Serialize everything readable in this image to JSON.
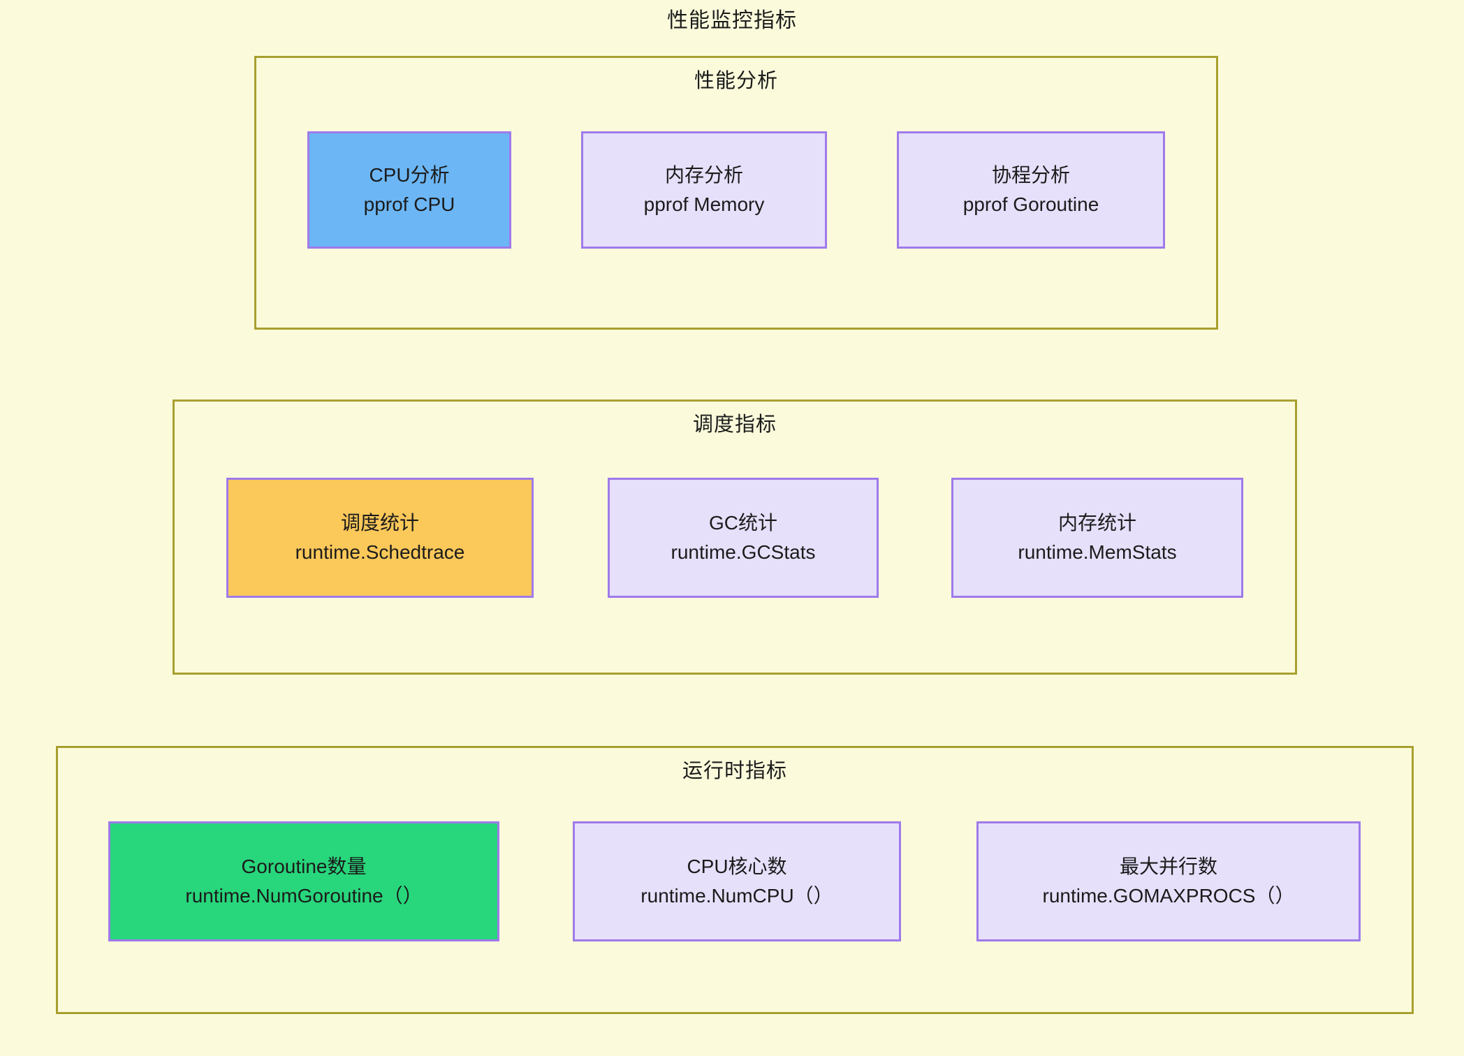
{
  "diagram": {
    "title": "性能监控指标",
    "background_color": "#fbfbdc",
    "group_border_color": "#a8a02f",
    "node_border_color": "#9f7aea",
    "node_fill_default": "#e6e0fb",
    "highlight_colors": {
      "blue": "#6cb6f5",
      "orange": "#fbc85a",
      "green": "#28d67c"
    }
  },
  "groups": [
    {
      "id": "perf",
      "title": "性能分析",
      "nodes": [
        {
          "id": "cpu-profile",
          "line1": "CPU分析",
          "line2": "pprof CPU",
          "fill": "blue"
        },
        {
          "id": "mem-profile",
          "line1": "内存分析",
          "line2": "pprof Memory",
          "fill": "default"
        },
        {
          "id": "gor-profile",
          "line1": "协程分析",
          "line2": "pprof Goroutine",
          "fill": "default"
        }
      ]
    },
    {
      "id": "sched",
      "title": "调度指标",
      "nodes": [
        {
          "id": "sched-stats",
          "line1": "调度统计",
          "line2": "runtime.Schedtrace",
          "fill": "orange"
        },
        {
          "id": "gc-stats",
          "line1": "GC统计",
          "line2": "runtime.GCStats",
          "fill": "default"
        },
        {
          "id": "mem-stats",
          "line1": "内存统计",
          "line2": "runtime.MemStats",
          "fill": "default"
        }
      ]
    },
    {
      "id": "runtime",
      "title": "运行时指标",
      "nodes": [
        {
          "id": "num-goroutine",
          "line1": "Goroutine数量",
          "line2": "runtime.NumGoroutine（）",
          "fill": "green"
        },
        {
          "id": "num-cpu",
          "line1": "CPU核心数",
          "line2": "runtime.NumCPU（）",
          "fill": "default"
        },
        {
          "id": "gomaxprocs",
          "line1": "最大并行数",
          "line2": "runtime.GOMAXPROCS（）",
          "fill": "default"
        }
      ]
    }
  ]
}
